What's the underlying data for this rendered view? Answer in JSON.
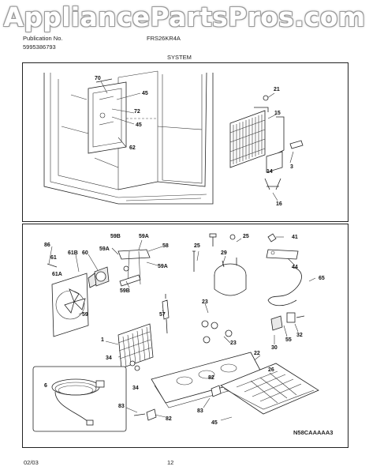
{
  "watermark": "AppliancePartsPros.com",
  "header": {
    "publication_label": "Publication No.",
    "publication_number": "5995386793",
    "model": "FRS26KR4A",
    "section": "SYSTEM"
  },
  "footer": {
    "date": "02/03",
    "page": "12",
    "diagram_code": "N58CAAAAA3"
  },
  "callouts": {
    "top": [
      "70",
      "45",
      "72",
      "45",
      "62",
      "21",
      "15",
      "3",
      "14",
      "16"
    ],
    "bottom": [
      "86",
      "61",
      "61B",
      "60",
      "59A",
      "59B",
      "59A",
      "58",
      "59A",
      "61A",
      "59B",
      "59",
      "25",
      "25",
      "29",
      "41",
      "44",
      "65",
      "57",
      "23",
      "23",
      "1",
      "34",
      "34",
      "6",
      "22",
      "30",
      "55",
      "32",
      "26",
      "82",
      "83",
      "82",
      "83",
      "45"
    ]
  }
}
